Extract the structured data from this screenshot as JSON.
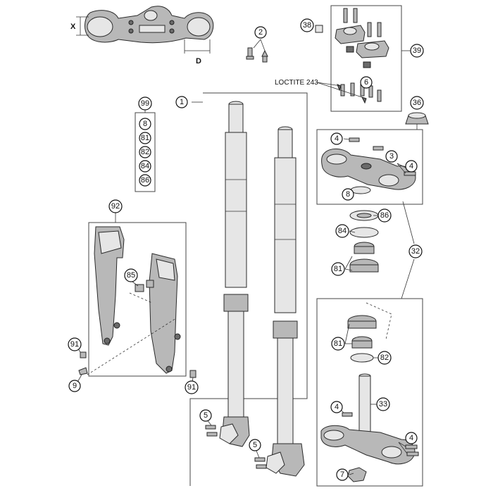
{
  "diagram": {
    "callouts": {
      "c1": "1",
      "c2": "2",
      "c3": "3",
      "c4a": "4",
      "c4b": "4",
      "c4c": "4",
      "c4d": "4",
      "c5a": "5",
      "c5b": "5",
      "c6": "6",
      "c7": "7",
      "c8a": "8",
      "c8b": "8",
      "c9": "9",
      "c32": "32",
      "c33": "33",
      "c36": "36",
      "c38": "38",
      "c39": "39",
      "c81a": "81",
      "c81b": "81",
      "c81c": "81",
      "c82a": "82",
      "c82b": "82",
      "c84a": "84",
      "c84b": "84",
      "c85": "85",
      "c86a": "86",
      "c86b": "86",
      "c91a": "91",
      "c91b": "91",
      "c92": "92",
      "c99": "99"
    },
    "labels": {
      "loctite": "LOCTITE 243",
      "dim_x": "X",
      "dim_d": "D"
    },
    "colors": {
      "part_fill": "#b8b8b8",
      "line": "#2a2a2a"
    }
  }
}
